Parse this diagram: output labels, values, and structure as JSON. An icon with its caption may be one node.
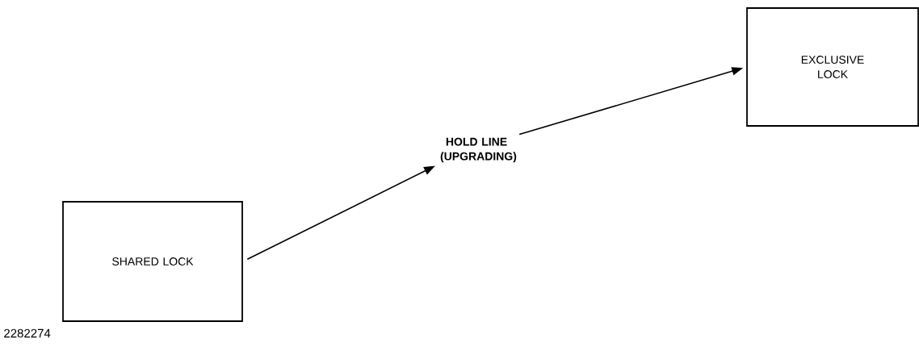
{
  "diagram": {
    "nodes": [
      {
        "text": [
          "SHARED LOCK"
        ]
      },
      {
        "text": [
          "HOLD LINE (UPGRADING)"
        ]
      },
      {
        "text": [
          "EXCLUSIVE LOCK"
        ]
      }
    ],
    "edges": [
      {
        "from": 0,
        "to": 1,
        "arrow": "to"
      },
      {
        "from": 1,
        "to": 2,
        "arrow": "to"
      }
    ],
    "labels": [
      "2282274"
    ]
  }
}
